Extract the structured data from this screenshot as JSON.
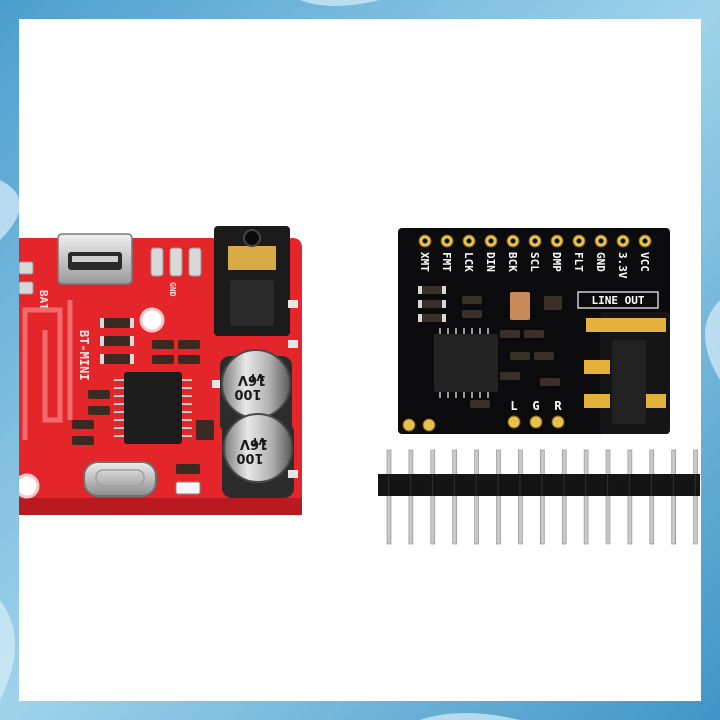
{
  "colors": {
    "frame": "#5aa9d2",
    "photo_background": "#ffffff",
    "red_board": "#e4262b",
    "black_board": "#0b0b0d",
    "gold": "#e4b23a"
  },
  "icons": {
    "red_board": "bluetooth-receiver-board-icon",
    "black_board": "i2s-dac-board-icon",
    "header": "pin-header-icon"
  },
  "red_board": {
    "model_label": "BT-MINI",
    "battery_label": "BAT",
    "gnd_label": "GND",
    "cap_value": "100",
    "cap_voltage": "16V",
    "cap_series": "VT"
  },
  "dac_board": {
    "pins": [
      "XMT",
      "FMT",
      "LCK",
      "DIN",
      "BCK",
      "SCL",
      "DMP",
      "FLT",
      "GND",
      "3.3V",
      "VCC"
    ],
    "line_out_label": "LINE OUT",
    "channel_labels": [
      "L",
      "G",
      "R"
    ]
  },
  "pin_header": {
    "pin_count": 15
  }
}
